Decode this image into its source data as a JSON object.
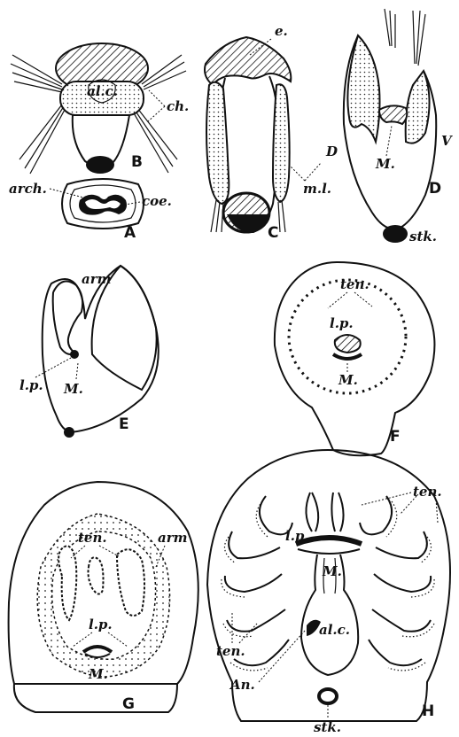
{
  "figures": {
    "A": {
      "letter": "A",
      "labels": {
        "arch": "arch.",
        "coe": "coe."
      }
    },
    "B": {
      "letter": "B",
      "labels": {
        "alc": "al.c.",
        "ch": "ch."
      }
    },
    "C": {
      "letter": "C",
      "labels": {
        "e": "e.",
        "ml": "m.l."
      }
    },
    "D": {
      "letter": "D",
      "labels": {
        "D": "D",
        "V": "V",
        "M": "M.",
        "stk": "stk."
      }
    },
    "E": {
      "letter": "E",
      "labels": {
        "arm": "arm",
        "lp": "l.p.",
        "M": "M."
      }
    },
    "F": {
      "letter": "F",
      "labels": {
        "ten": "ten.",
        "lp": "l.p.",
        "M": "M."
      }
    },
    "G": {
      "letter": "G",
      "labels": {
        "ten": "ten.",
        "arm": "arm",
        "lp": "l.p.",
        "M": "M."
      }
    },
    "H": {
      "letter": "H",
      "labels": {
        "ten_top": "ten.",
        "lp": "l.p.",
        "M": "M.",
        "alc": "al.c.",
        "ten_left": "ten.",
        "An": "An.",
        "stk": "stk."
      }
    }
  }
}
